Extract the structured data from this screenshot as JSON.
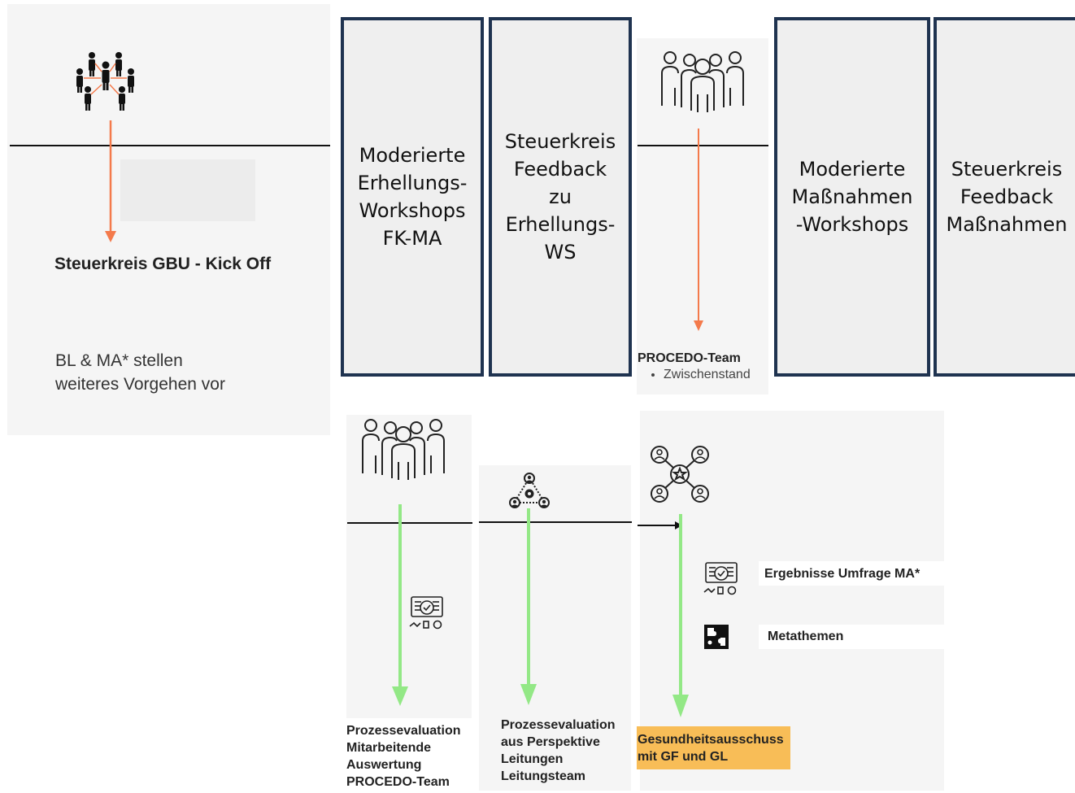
{
  "stage1": {
    "title": "Steuerkreis GBU - Kick Off",
    "desc_line1": "BL & MA* stellen",
    "desc_line2": "weiteres Vorgehen vor",
    "icon": "people-network-icon"
  },
  "boxes": [
    {
      "label": "Moderierte\nErhellungs-\nWorkshops\nFK-MA"
    },
    {
      "label": "Steuerkreis\nFeedback\nzu\nErhellungs-\nWS"
    },
    {
      "label": "Moderierte\nMaßnahmen\n-Workshops"
    },
    {
      "label": "Steuerkreis\nFeedback\nMaßnahmen"
    }
  ],
  "procedo": {
    "title": "PROCEDO-Team",
    "bullet": "Zwischenstand",
    "icon": "team-group-icon"
  },
  "eval_ma": {
    "lines": [
      "Prozessevaluation",
      "Mitarbeitende",
      "Auswertung",
      "PROCEDO-Team"
    ],
    "icons": [
      "team-group-icon",
      "survey-report-icon"
    ]
  },
  "eval_lead": {
    "lines": [
      "Prozessevaluation",
      "aus Perspektive",
      "Leitungen",
      "Leitungsteam"
    ],
    "icon": "team-gear-icon"
  },
  "health": {
    "result_label": "Ergebnisse Umfrage MA*",
    "meta_label": "Metathemen",
    "committee_line1": "Gesundheitsausschuss",
    "committee_line2": "mit GF und GL",
    "icons": [
      "network-star-icon",
      "survey-report-icon",
      "puzzle-icon"
    ]
  },
  "colors": {
    "arrow_orange": "#f47a4b",
    "arrow_green": "#93e886",
    "box_border": "#1f3350",
    "highlight": "#f8bd57"
  }
}
